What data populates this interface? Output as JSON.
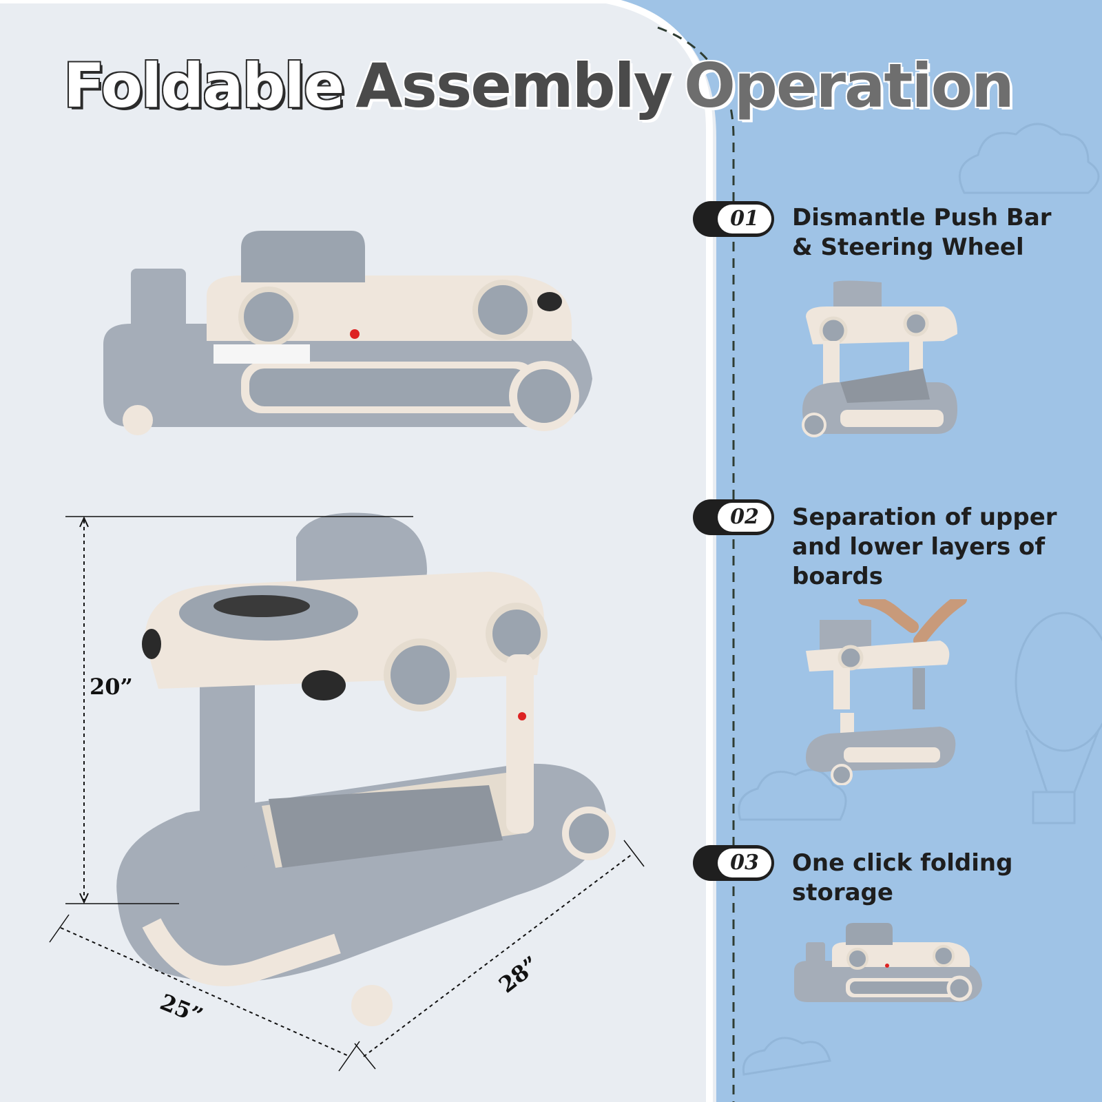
{
  "title": {
    "word1": "Foldable",
    "word2": "Assembly",
    "word3": "Operation"
  },
  "steps": [
    {
      "number": "01",
      "text": [
        "Dismantle Push Bar",
        "& Steering Wheel"
      ]
    },
    {
      "number": "02",
      "text": [
        "Separation of upper",
        "and lower layers of",
        "boards"
      ]
    },
    {
      "number": "03",
      "text": [
        "One click folding",
        "storage"
      ]
    }
  ],
  "dimensions": {
    "height": "20”",
    "width": "25”",
    "depth": "28”"
  },
  "colors": {
    "panel_blue": "#9fc3e6",
    "walker_gray": "#9aa4b0",
    "walker_cream": "#efe6dc",
    "badge": "#1f1f1f"
  },
  "icons": [
    "cloud-doodle",
    "hot-air-balloon-doodle"
  ]
}
